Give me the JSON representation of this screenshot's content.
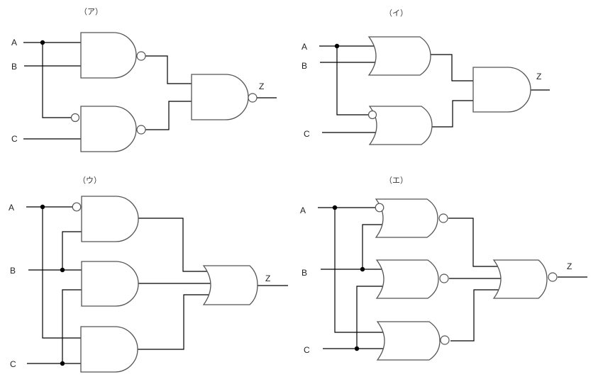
{
  "circuits": [
    {
      "id": "a",
      "title": "（ア）",
      "inputs": [
        "A",
        "B",
        "C"
      ],
      "output": "Z",
      "gates": [
        "NAND(A,B)",
        "NAND(NOT A,C)",
        "NAND"
      ]
    },
    {
      "id": "i",
      "title": "（イ）",
      "inputs": [
        "A",
        "B",
        "C"
      ],
      "output": "Z",
      "gates": [
        "OR(A,B)",
        "OR(NOT A,C)",
        "AND"
      ]
    },
    {
      "id": "u",
      "title": "（ウ）",
      "inputs": [
        "A",
        "B",
        "C"
      ],
      "output": "Z",
      "gates": [
        "AND(NOT A,B)",
        "AND(B,C)",
        "AND(A,C)",
        "OR"
      ]
    },
    {
      "id": "e",
      "title": "（エ）",
      "inputs": [
        "A",
        "B",
        "C"
      ],
      "output": "Z",
      "gates": [
        "NOR(NOT A,B)",
        "NOR(B,C)",
        "NOR(A,C)",
        "NOR"
      ]
    }
  ]
}
